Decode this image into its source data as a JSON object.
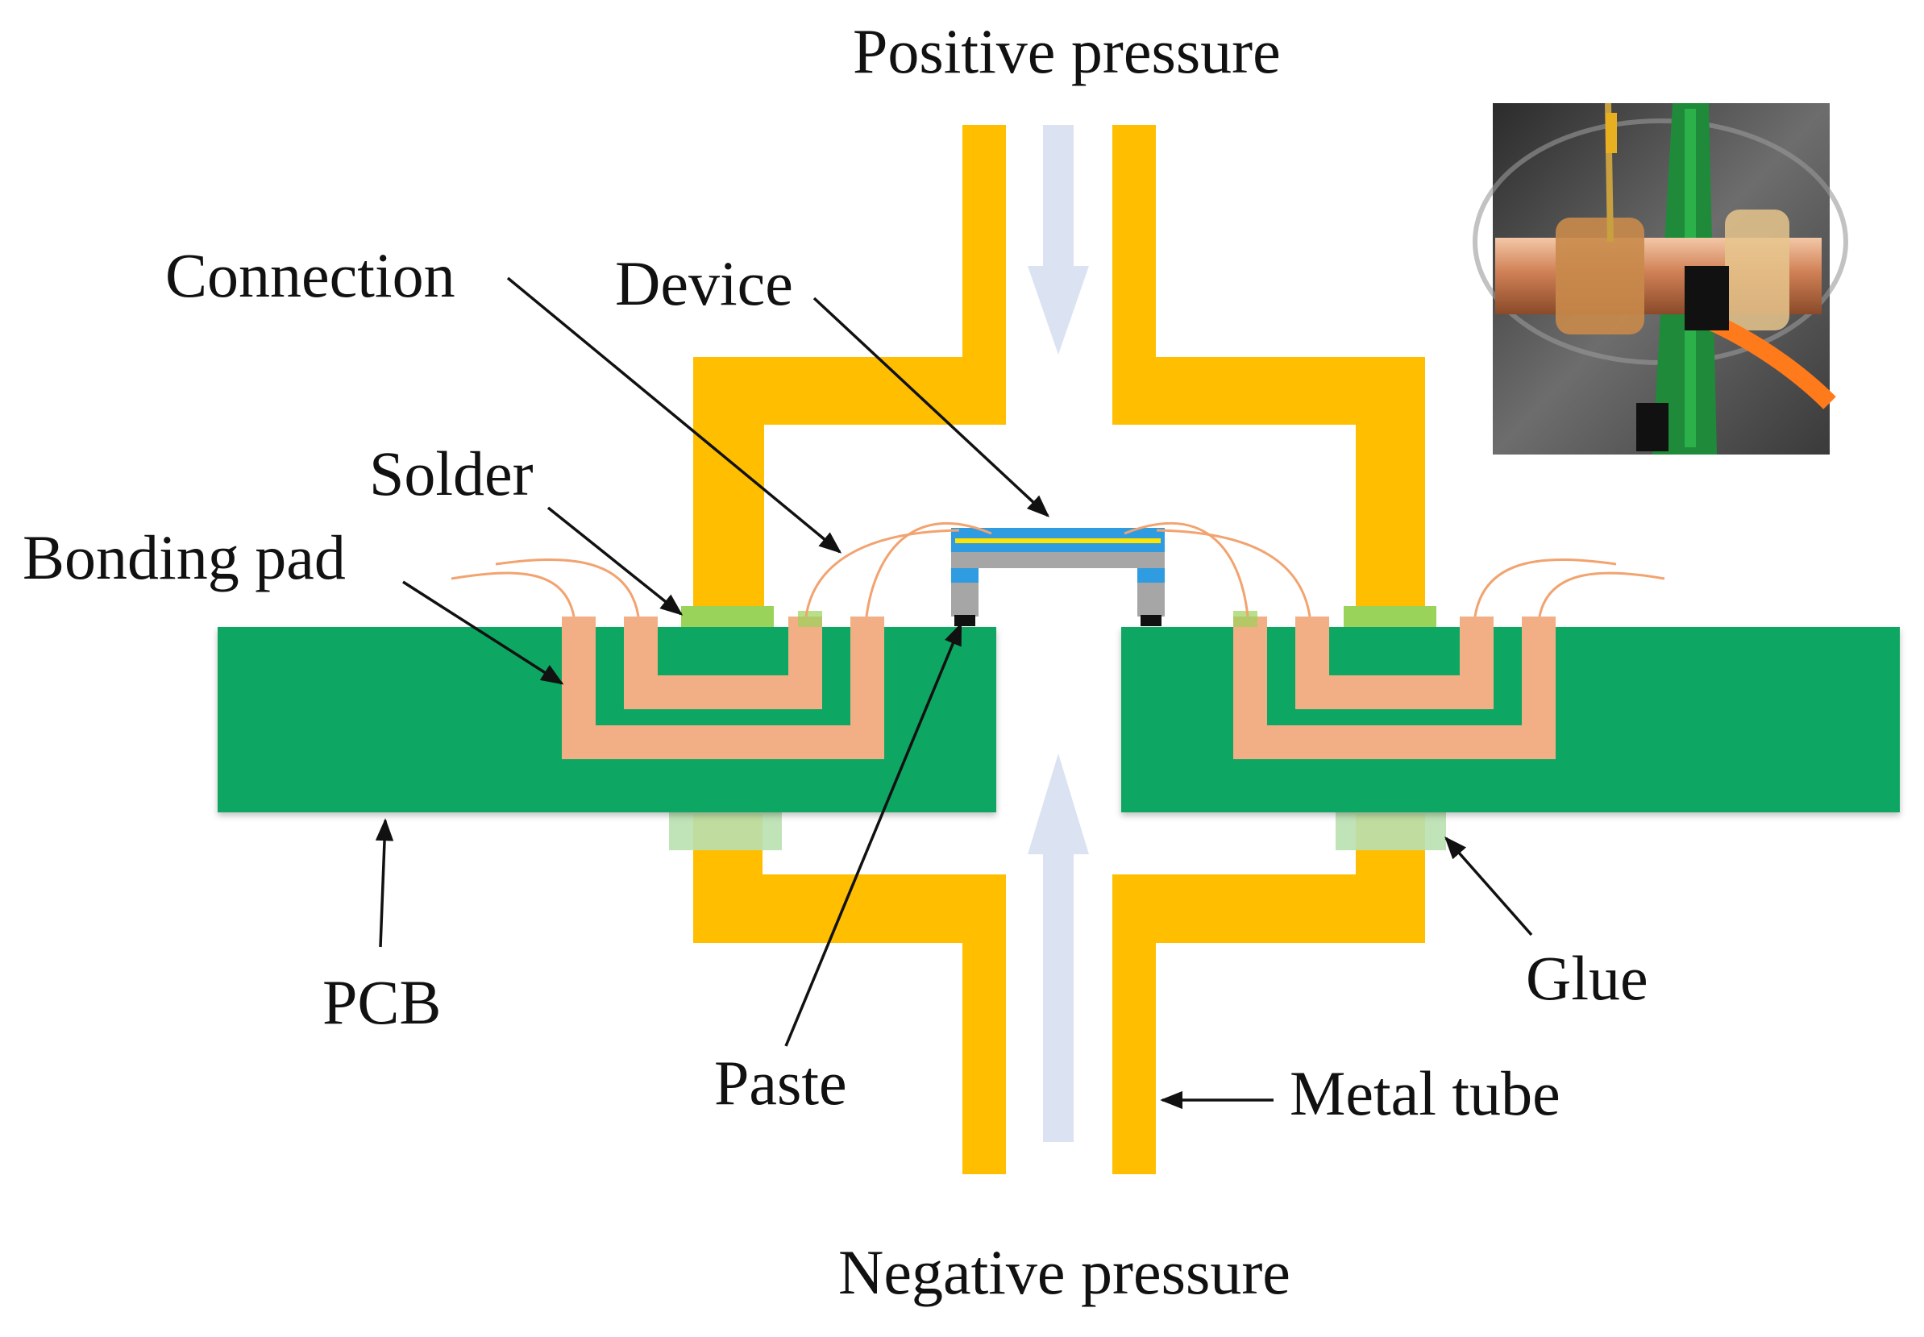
{
  "labels": {
    "positive_pressure": "Positive pressure",
    "negative_pressure": "Negative pressure",
    "connection": "Connection",
    "device": "Device",
    "solder": "Solder",
    "bonding_pad": "Bonding pad",
    "pcb": "PCB",
    "paste": "Paste",
    "metal_tube": "Metal tube",
    "glue": "Glue"
  },
  "colors": {
    "pcb": "#0aa764",
    "tube": "#ffbf00",
    "pad": "#f2ae85",
    "wire": "#f2a36f",
    "solder": "#9ad35a",
    "glue": "#b9e0b0",
    "flow_arrow": "#dbe3f2",
    "device_blue": "#2f9be0",
    "device_yellow": "#ffe400",
    "device_gray": "#a6a6a6",
    "paste": "#111111"
  },
  "photo_inset": {
    "subject": "photo of packaged sensor with copper tube mounted on PCB"
  }
}
